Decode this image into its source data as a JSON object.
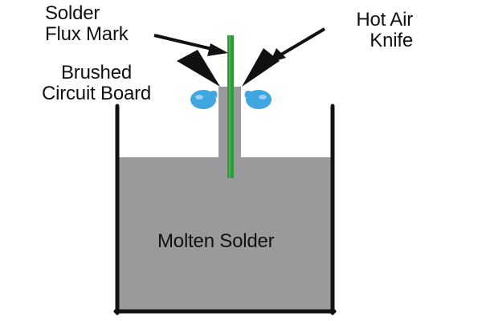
{
  "labels": {
    "solder_flux_mark": [
      "Solder",
      "Flux Mark"
    ],
    "brushed_circuit_board": [
      "Brushed",
      "Circuit Board"
    ],
    "hot_air_knife": [
      "Hot Air",
      "Knife"
    ],
    "molten_solder": "Molten Solder"
  },
  "colors": {
    "solder_fill": "#9a9a9c",
    "tank_wall": "#111111",
    "board": "#2f9a3a",
    "air_droplet": "#3fa6e0",
    "arrow": "#111111"
  }
}
